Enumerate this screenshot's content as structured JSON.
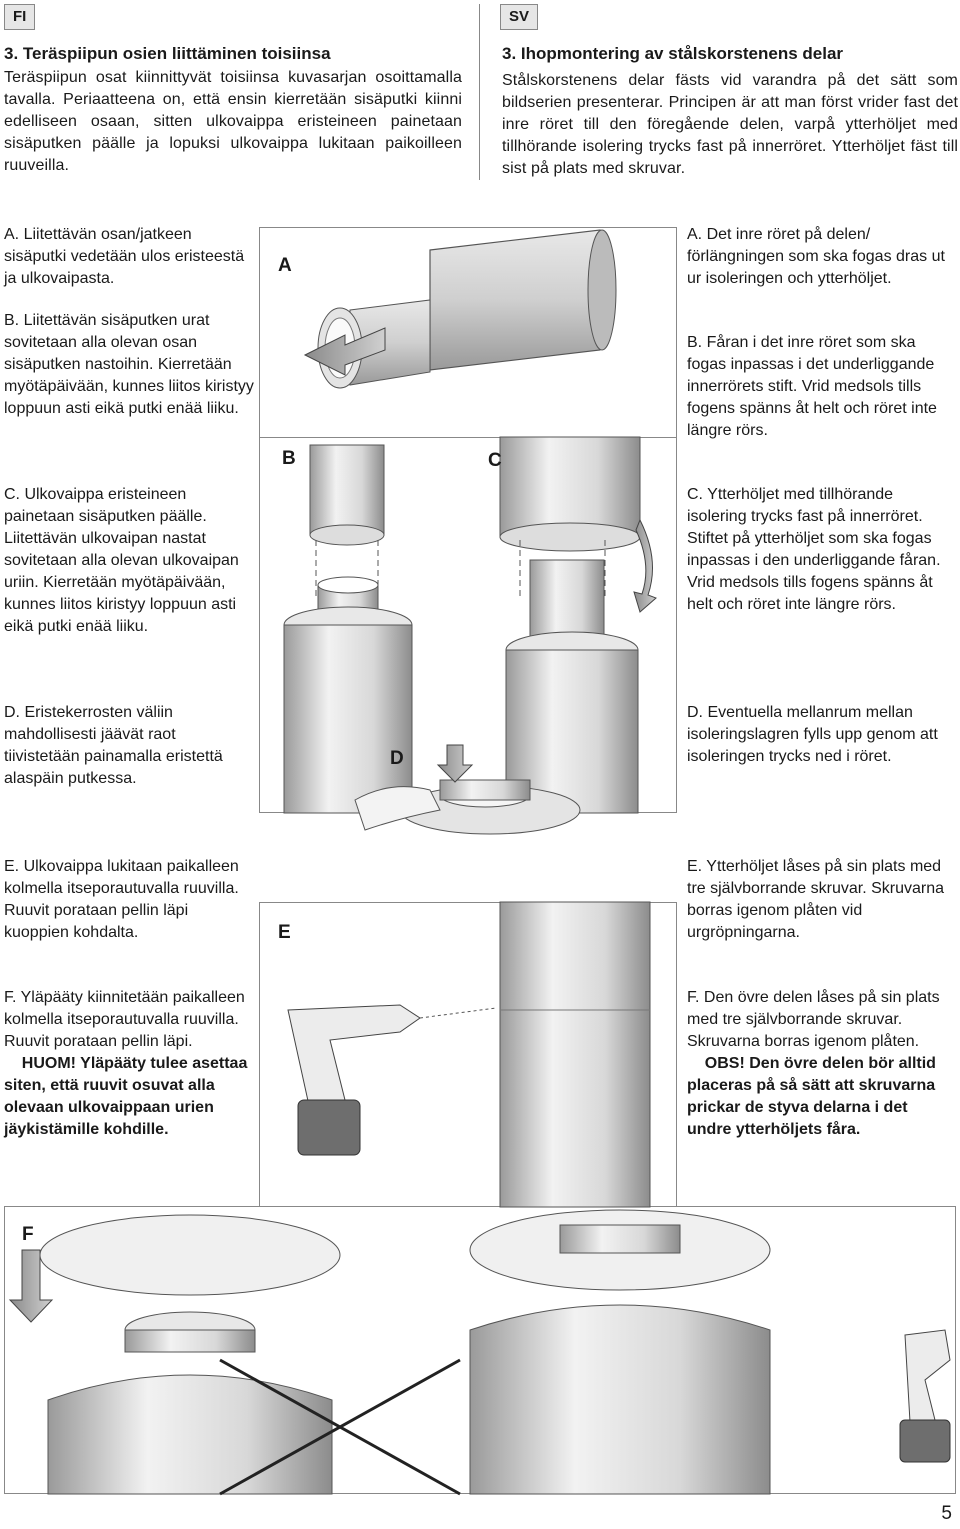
{
  "fi": {
    "tag": "FI",
    "title": "3. Teräspiipun osien liittäminen toisiinsa",
    "intro": "Teräspiipun osat kiinnittyvät toisiinsa kuvasarjan osoittamalla tavalla. Periaatteena on, että ensin kierretään sisäputki kiinni edelliseen osaan, sitten ulkovaippa eristeineen painetaan sisäputken päälle ja lopuksi ulkovaippa lukitaan paikoilleen ruuveilla.",
    "steps": {
      "a": "A. Liitettävän osan/jatkeen sisäputki vedetään ulos eristeestä ja ulkovaipasta.",
      "b": "B. Liitettävän sisäputken urat sovitetaan alla olevan osan sisäputken nastoihin. Kierretään myötäpäivään, kunnes liitos kiristyy loppuun asti eikä putki enää liiku.",
      "c": "C. Ulkovaippa eristeineen painetaan sisäputken päälle. Liitettävän ulkovaipan nastat sovitetaan alla olevan ulkovaipan uriin. Kierretään myötäpäivään, kunnes liitos kiristyy loppuun asti eikä putki enää liiku.",
      "d": "D. Eristekerrosten väliin mahdollisesti jäävät raot tiivistetään painamalla eristettä alaspäin putkessa.",
      "e": "E. Ulkovaippa lukitaan paikalleen kolmella itseporautuvalla ruuvilla. Ruuvit porataan pellin läpi kuoppien kohdalta.",
      "f": "F. Yläpääty kiinnitetään paikalleen kolmella itseporautuvalla ruuvilla. Ruuvit porataan pellin läpi.",
      "note_label": "HUOM!",
      "note": "Yläpääty tulee asettaa siten, että ruuvit osuvat alla olevaan ulkovaippaan urien jäykistämille kohdille."
    }
  },
  "sv": {
    "tag": "SV",
    "title": "3. Ihopmontering av stålskorstenens delar",
    "intro": "Stålskorstenens delar fästs vid varandra på det sätt som bildserien presenterar. Principen är att man först vrider fast det inre röret till den föregående delen, varpå ytterhöljet med tillhörande isolering trycks fast på innerröret. Ytterhöljet fäst till sist på plats med skruvar.",
    "steps": {
      "a": "A. Det inre röret på delen/ förlängningen som ska fogas dras ut ur isoleringen och ytterhöljet.",
      "b": "B. Fåran i det inre röret som ska fogas inpassas i det underliggande innerrörets stift. Vrid medsols tills fogens spänns åt helt och röret inte längre rörs.",
      "c": "C. Ytterhöljet med tillhörande isolering trycks fast på innerröret. Stiftet på ytterhöljet som ska fogas inpassas i den underliggande fåran. Vrid medsols tills fogens spänns åt helt och röret inte längre rörs.",
      "d": "D. Eventuella mellanrum mellan isoleringslagren fylls upp genom att isoleringen trycks ned i röret.",
      "e": "E. Ytterhöljet låses på sin plats med tre självborrande skruvar. Skruvarna borras igenom plåten vid urgröpningarna.",
      "f": "F. Den övre delen låses på sin plats med tre självborrande skruvar. Skruvarna borras igenom plåten.",
      "note_label": "OBS!",
      "note": "Den övre delen bör alltid placeras på så sätt att skruvarna prickar de styva delarna i det undre ytterhöljets fåra."
    }
  },
  "figure_labels": {
    "a": "A",
    "b": "B",
    "c": "C",
    "d": "D",
    "e": "E",
    "f": "F"
  },
  "page_number": "5"
}
